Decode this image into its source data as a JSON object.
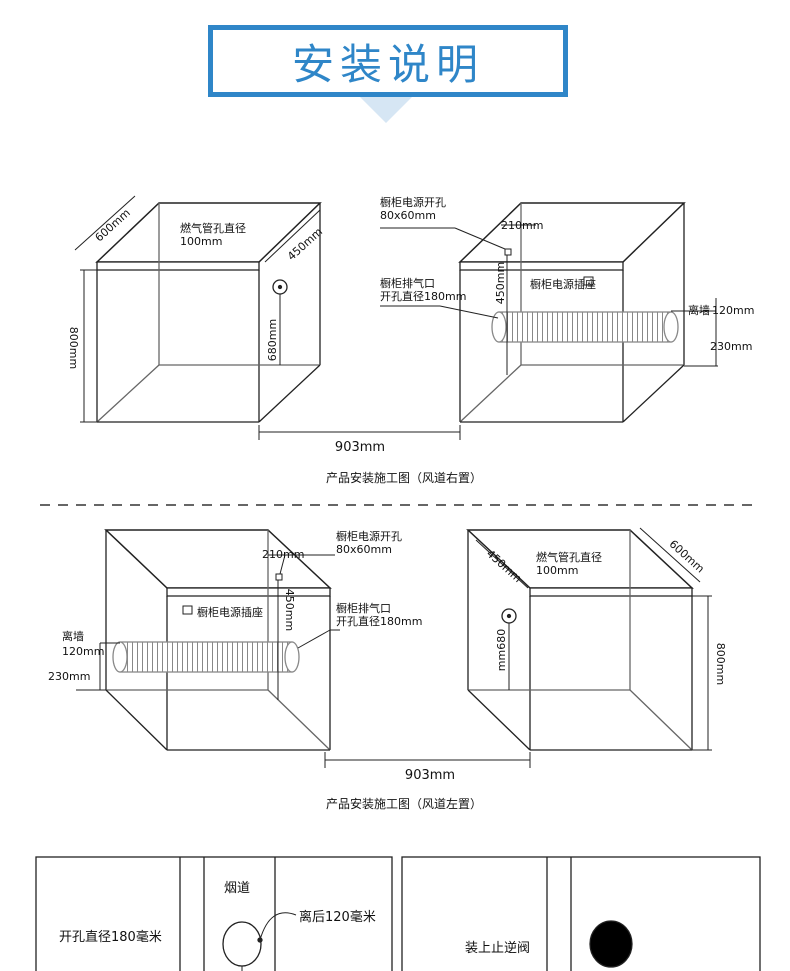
{
  "header": {
    "title": "安装说明"
  },
  "diagram_top": {
    "caption": "产品安装施工图（风道右置）",
    "depth_label": "600mm",
    "height_label": "800mm",
    "width_label": "903mm",
    "gas_hole_line1": "燃气管孔直径",
    "gas_hole_line2": "100mm",
    "gas_offset": "450mm",
    "gas_height": "680mm",
    "power_hole_line1": "橱柜电源开孔",
    "power_hole_line2": "80x60mm",
    "power_offset": "210mm",
    "exhaust_line1": "橱柜排气口",
    "exhaust_line2": "开孔直径180mm",
    "exhaust_height": "450mm",
    "socket_label": "橱柜电源插座",
    "wall_label": "离墙",
    "wall_dist": "120mm",
    "floor_dist": "230mm"
  },
  "diagram_bottom": {
    "caption": "产品安装施工图（风道左置）",
    "depth_label": "600mm",
    "height_label": "800mm",
    "width_label": "903mm",
    "gas_hole_line1": "燃气管孔直径",
    "gas_hole_line2": "100mm",
    "gas_offset": "450mm",
    "gas_height": "mm680",
    "power_hole_line1": "橱柜电源开孔",
    "power_hole_line2": "80x60mm",
    "power_offset": "210mm",
    "exhaust_line1": "橱柜排气口",
    "exhaust_line2": "开孔直径180mm",
    "exhaust_height": "450mm",
    "socket_label": "橱柜电源插座",
    "wall_label": "离墙",
    "wall_dist": "120mm",
    "floor_dist": "230mm"
  },
  "steps": {
    "step1_label": "开孔直径180毫米",
    "step2_label": "烟道",
    "step2_dist": "离后120毫米",
    "step3_label": "装上止逆阀"
  }
}
